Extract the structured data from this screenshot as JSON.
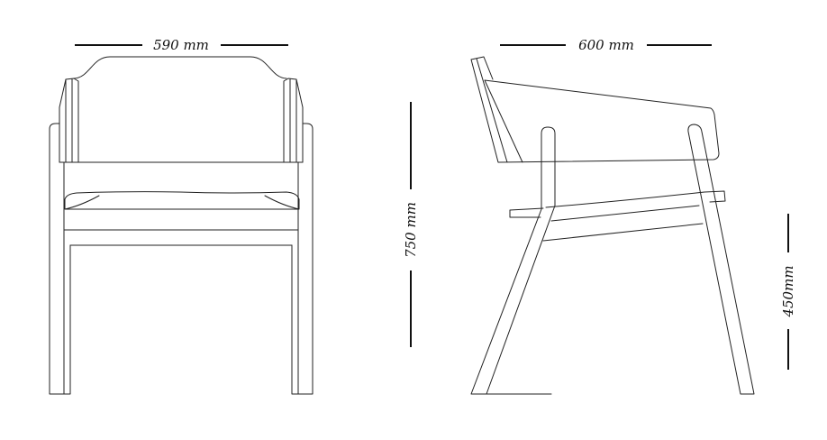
{
  "drawing": {
    "front_view": {
      "width_label": "590 mm",
      "height_label": "750 mm"
    },
    "side_view": {
      "depth_label": "600 mm",
      "seat_height_label": "450mm"
    },
    "line_color": "#222222"
  }
}
